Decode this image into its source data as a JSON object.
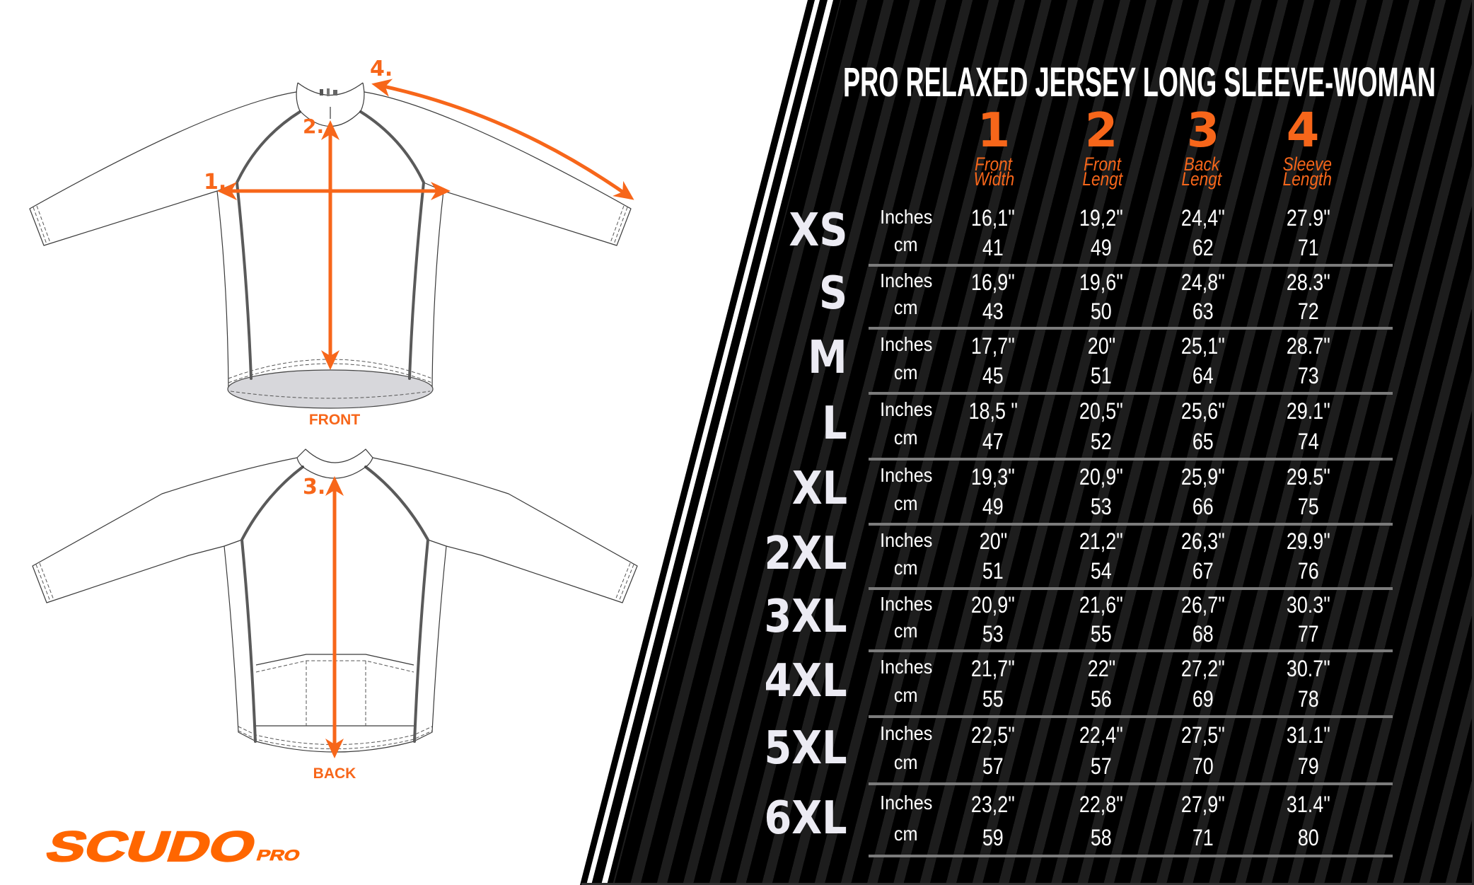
{
  "chart_data": {
    "type": "table",
    "title": "PRO RELAXED JERSEY LONG SLEEVE-WOMAN",
    "column_numbers": [
      "1",
      "2",
      "3",
      "4"
    ],
    "columns": [
      "Front Width",
      "Front Lengt",
      "Back Lengt",
      "Sleeve Length"
    ],
    "column_label_lines": [
      [
        "Front",
        "Width"
      ],
      [
        "Front",
        "Lengt"
      ],
      [
        "Back",
        "Lengt"
      ],
      [
        "Sleeve",
        "Length"
      ]
    ],
    "unit_labels": [
      "Inches",
      "cm"
    ],
    "rows": [
      {
        "size": "XS",
        "inches": [
          "16,1\"",
          "19,2\"",
          "24,4\"",
          "27.9\""
        ],
        "cm": [
          "41",
          "49",
          "62",
          "71"
        ]
      },
      {
        "size": "S",
        "inches": [
          "16,9\"",
          "19,6\"",
          "24,8\"",
          "28.3\""
        ],
        "cm": [
          "43",
          "50",
          "63",
          "72"
        ]
      },
      {
        "size": "M",
        "inches": [
          "17,7\"",
          "20\"",
          "25,1\"",
          "28.7\""
        ],
        "cm": [
          "45",
          "51",
          "64",
          "73"
        ]
      },
      {
        "size": "L",
        "inches": [
          "18,5 \"",
          "20,5\"",
          "25,6\"",
          "29.1\""
        ],
        "cm": [
          "47",
          "52",
          "65",
          "74"
        ]
      },
      {
        "size": "XL",
        "inches": [
          "19,3\"",
          "20,9\"",
          "25,9\"",
          "29.5\""
        ],
        "cm": [
          "49",
          "53",
          "66",
          "75"
        ]
      },
      {
        "size": "2XL",
        "inches": [
          "20\"",
          "21,2\"",
          "26,3\"",
          "29.9\""
        ],
        "cm": [
          "51",
          "54",
          "67",
          "76"
        ]
      },
      {
        "size": "3XL",
        "inches": [
          "20,9\"",
          "21,6\"",
          "26,7\"",
          "30.3\""
        ],
        "cm": [
          "53",
          "55",
          "68",
          "77"
        ]
      },
      {
        "size": "4XL",
        "inches": [
          "21,7\"",
          "22\"",
          "27,2\"",
          "30.7\""
        ],
        "cm": [
          "55",
          "56",
          "69",
          "78"
        ]
      },
      {
        "size": "5XL",
        "inches": [
          "22,5\"",
          "22,4\"",
          "27,5\"",
          "31.1\""
        ],
        "cm": [
          "57",
          "57",
          "70",
          "79"
        ]
      },
      {
        "size": "6XL",
        "inches": [
          "23,2\"",
          "22,8\"",
          "27,9\"",
          "31.4\""
        ],
        "cm": [
          "59",
          "58",
          "71",
          "80"
        ]
      }
    ]
  },
  "diagram": {
    "front_label": "FRONT",
    "back_label": "BACK",
    "markers": {
      "front_width": "1.",
      "front_length": "2.",
      "back_length": "3.",
      "sleeve_length": "4."
    }
  },
  "brand": {
    "name": "SCUDO",
    "suffix": "PRO"
  },
  "colors": {
    "accent": "#f7661a",
    "logo": "#ff6600",
    "panel_background": "#000000",
    "panel_stripe": "#1d1d1d",
    "size_label": "#ecebf3",
    "value_text": "#ffffff",
    "separator": "#7b7b7b",
    "hem_fill": "#d7d7db"
  }
}
